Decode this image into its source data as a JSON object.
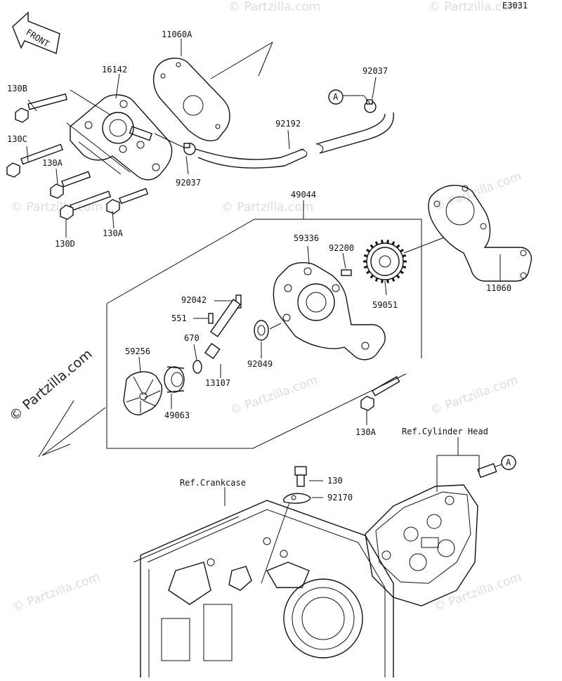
{
  "diagram_id": "E3031",
  "front_arrow_label": "FRONT",
  "watermark": "© Partzilla.com",
  "callouts": {
    "c11060A": "11060A",
    "c16142": "16142",
    "c130B": "130B",
    "c130C": "130C",
    "c130A_1": "130A",
    "c130D": "130D",
    "c130A_2": "130A",
    "c92037_1": "92037",
    "c92037_2": "92037",
    "c92192": "92192",
    "cA_1": "A",
    "c49044": "49044",
    "c59336": "59336",
    "c92200": "92200",
    "c11060": "11060",
    "c59051": "59051",
    "c92042": "92042",
    "c551": "551",
    "c670": "670",
    "c92049": "92049",
    "c59256": "59256",
    "c13107": "13107",
    "c49063": "49063",
    "c130A_3": "130A",
    "c130": "130",
    "c92170": "92170",
    "cA_2": "A",
    "ref_cylinder_head": "Ref.Cylinder Head",
    "ref_crankcase": "Ref.Crankcase"
  }
}
